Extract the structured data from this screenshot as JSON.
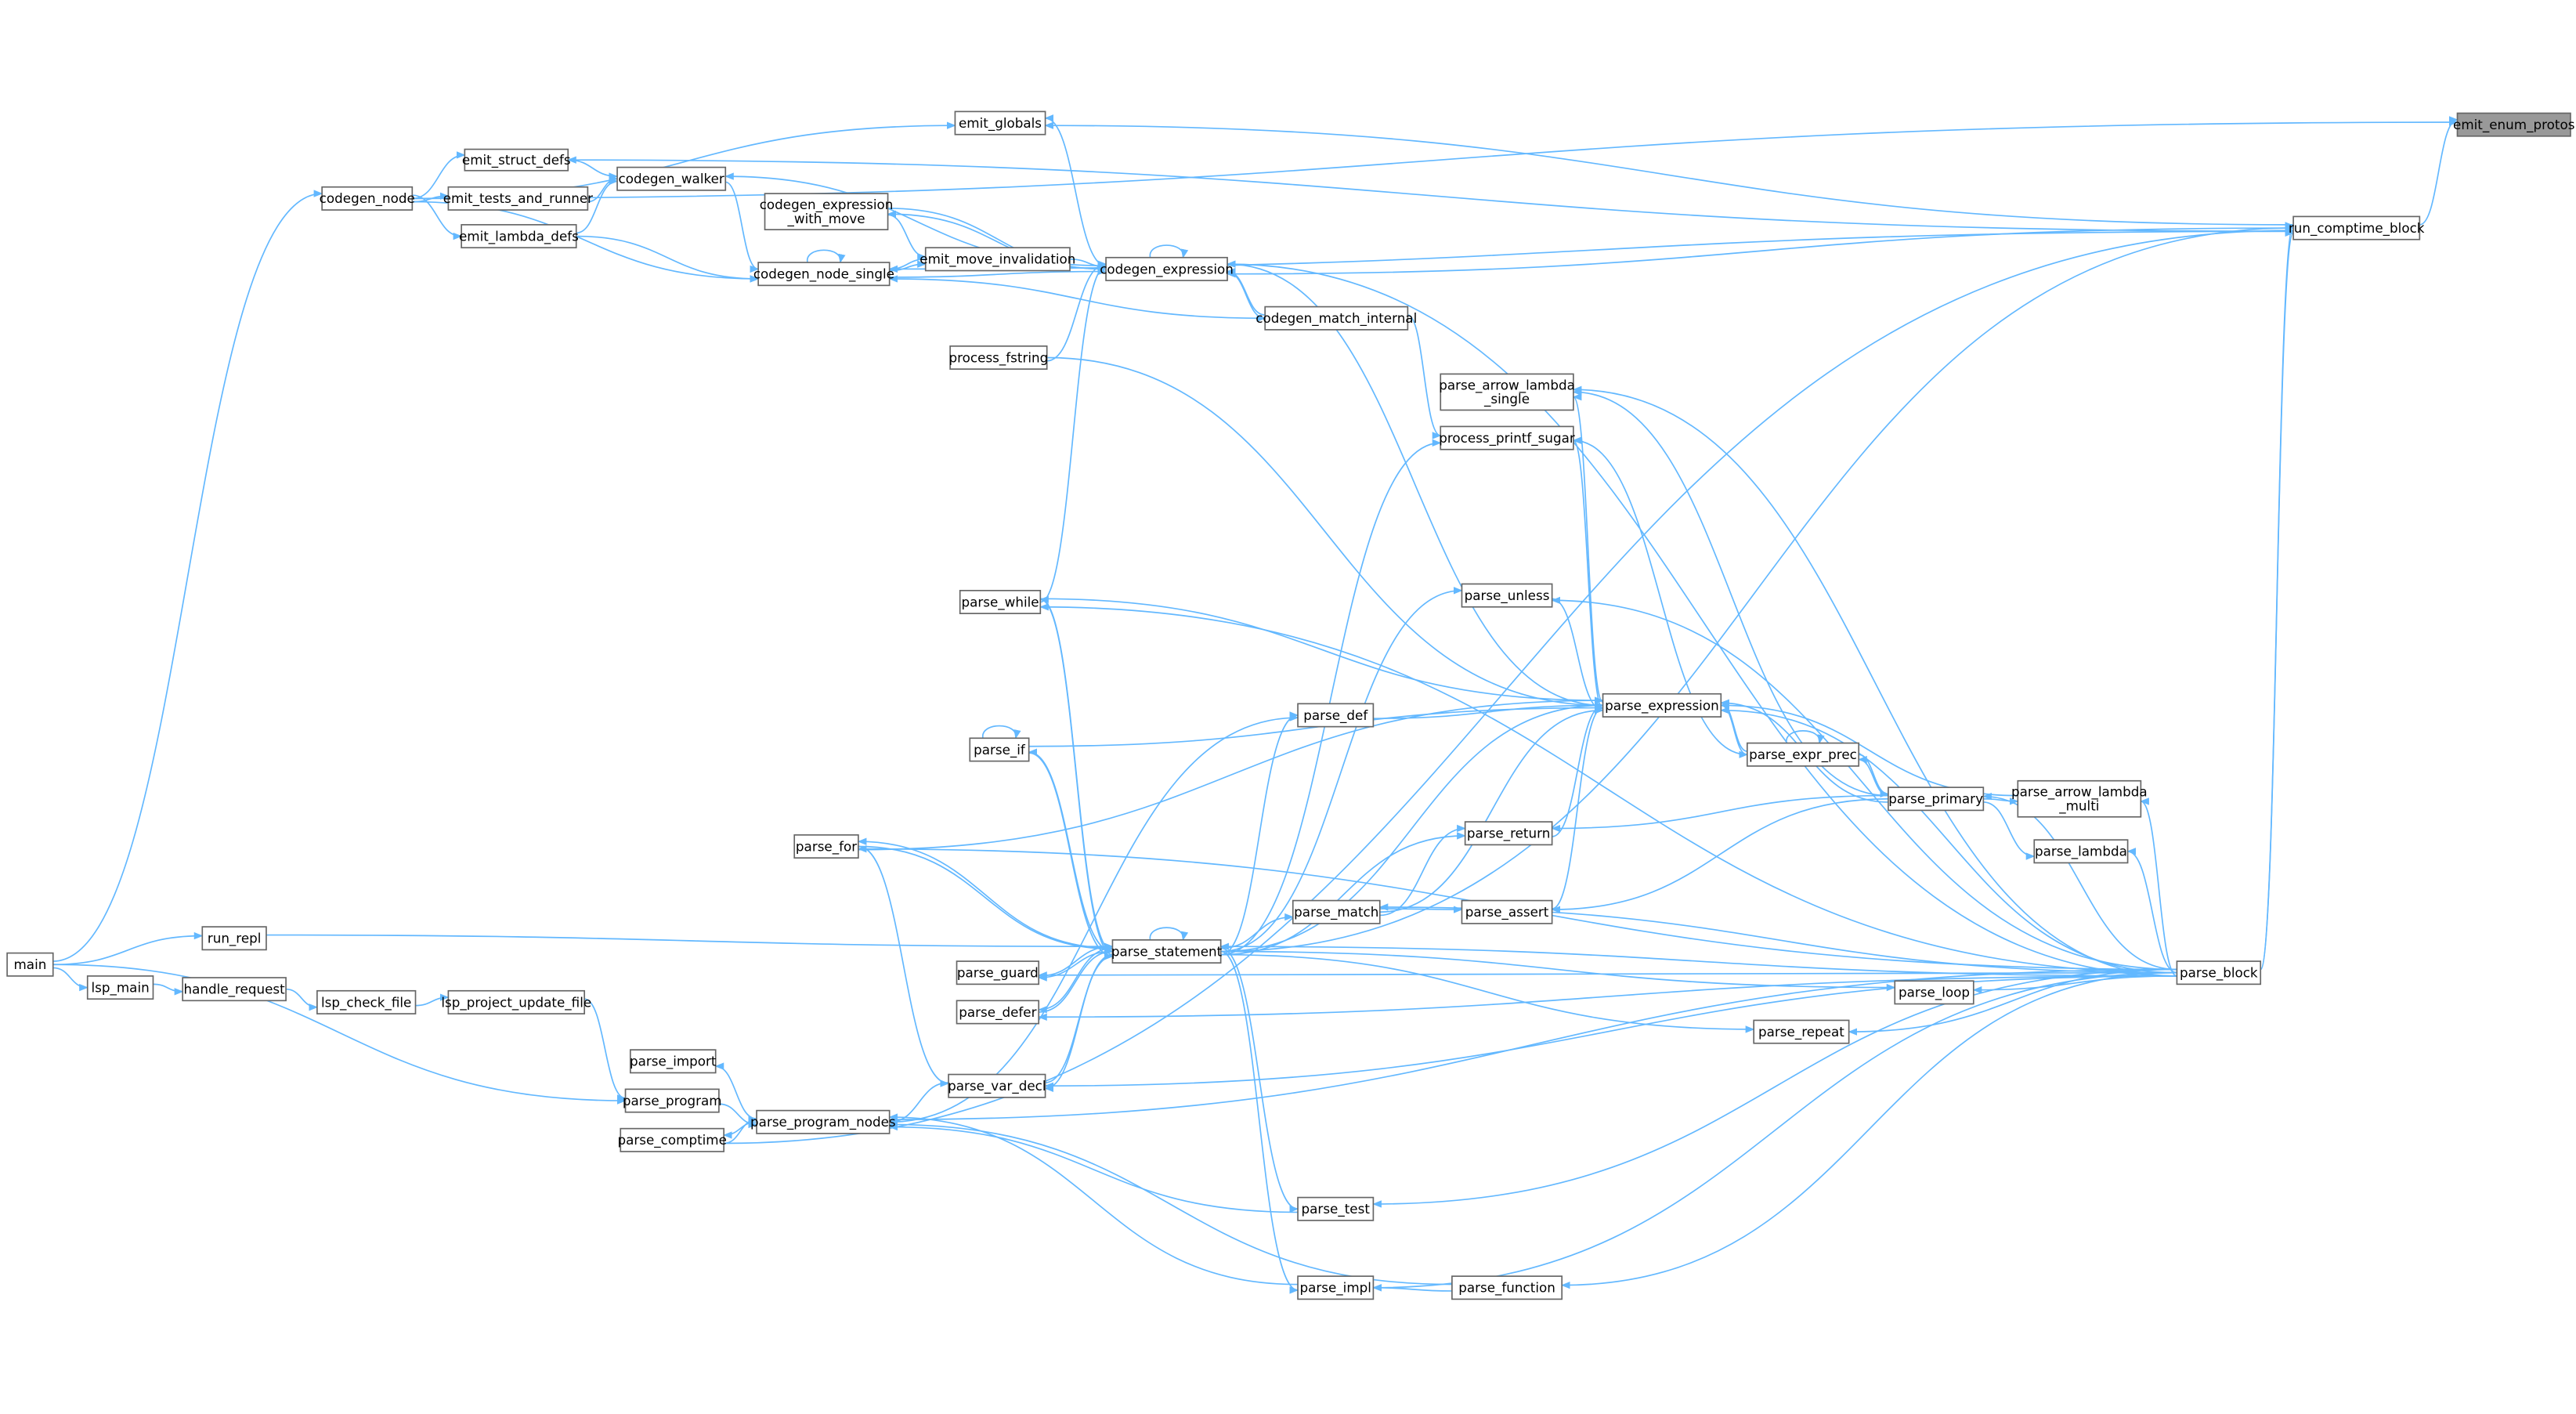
{
  "diagram": {
    "type": "caller-graph",
    "root": "emit_enum_protos",
    "colors": {
      "edge": "#63b8ff",
      "node_border": "#666666",
      "root_fill": "#999999",
      "node_fill": "#ffffff"
    },
    "nodes": {
      "emit_enum_protos": [
        "emit_enum_protos"
      ],
      "run_comptime_block": [
        "run_comptime_block"
      ],
      "emit_globals": [
        "emit_globals"
      ],
      "emit_struct_defs": [
        "emit_struct_defs"
      ],
      "codegen_walker": [
        "codegen_walker"
      ],
      "codegen_node": [
        "codegen_node"
      ],
      "emit_tests_and_runner": [
        "emit_tests_and_runner"
      ],
      "emit_lambda_defs": [
        "emit_lambda_defs"
      ],
      "codegen_expression_with_move": [
        "codegen_expression",
        "_with_move"
      ],
      "emit_move_invalidation": [
        "emit_move_invalidation"
      ],
      "codegen_expression": [
        "codegen_expression"
      ],
      "codegen_node_single": [
        "codegen_node_single"
      ],
      "codegen_match_internal": [
        "codegen_match_internal"
      ],
      "process_fstring": [
        "process_fstring"
      ],
      "parse_arrow_lambda_single": [
        "parse_arrow_lambda",
        "_single"
      ],
      "process_printf_sugar": [
        "process_printf_sugar"
      ],
      "parse_unless": [
        "parse_unless"
      ],
      "parse_while": [
        "parse_while"
      ],
      "parse_expression": [
        "parse_expression"
      ],
      "parse_def": [
        "parse_def"
      ],
      "parse_if": [
        "parse_if"
      ],
      "parse_expr_prec": [
        "parse_expr_prec"
      ],
      "parse_primary": [
        "parse_primary"
      ],
      "parse_arrow_lambda_multi": [
        "parse_arrow_lambda",
        "_multi"
      ],
      "parse_for": [
        "parse_for"
      ],
      "parse_return": [
        "parse_return"
      ],
      "parse_lambda": [
        "parse_lambda"
      ],
      "run_repl": [
        "run_repl"
      ],
      "parse_match": [
        "parse_match"
      ],
      "parse_assert": [
        "parse_assert"
      ],
      "parse_statement": [
        "parse_statement"
      ],
      "main": [
        "main"
      ],
      "parse_guard": [
        "parse_guard"
      ],
      "parse_block": [
        "parse_block"
      ],
      "lsp_main": [
        "lsp_main"
      ],
      "handle_request": [
        "handle_request"
      ],
      "lsp_check_file": [
        "lsp_check_file"
      ],
      "lsp_project_update_file": [
        "lsp_project_update_file"
      ],
      "parse_loop": [
        "parse_loop"
      ],
      "parse_defer": [
        "parse_defer"
      ],
      "parse_repeat": [
        "parse_repeat"
      ],
      "parse_import": [
        "parse_import"
      ],
      "parse_var_decl": [
        "parse_var_decl"
      ],
      "parse_program": [
        "parse_program"
      ],
      "parse_program_nodes": [
        "parse_program_nodes"
      ],
      "parse_comptime": [
        "parse_comptime"
      ],
      "parse_test": [
        "parse_test"
      ],
      "parse_impl": [
        "parse_impl"
      ],
      "parse_function": [
        "parse_function"
      ]
    },
    "edges": [
      [
        "run_comptime_block",
        "emit_enum_protos"
      ],
      [
        "codegen_node",
        "emit_enum_protos"
      ],
      [
        "run_comptime_block",
        "emit_struct_defs"
      ],
      [
        "run_comptime_block",
        "emit_globals"
      ],
      [
        "run_comptime_block",
        "codegen_expression"
      ],
      [
        "run_comptime_block",
        "codegen_node_single"
      ],
      [
        "parse_block",
        "run_comptime_block"
      ],
      [
        "parse_statement",
        "run_comptime_block"
      ],
      [
        "parse_comptime",
        "run_comptime_block"
      ],
      [
        "parse_block",
        "run_comptime_block"
      ],
      [
        "codegen_node",
        "emit_struct_defs"
      ],
      [
        "codegen_node",
        "emit_tests_and_runner"
      ],
      [
        "codegen_node",
        "emit_lambda_defs"
      ],
      [
        "codegen_node",
        "emit_globals"
      ],
      [
        "codegen_node",
        "codegen_node_single"
      ],
      [
        "main",
        "codegen_node"
      ],
      [
        "emit_struct_defs",
        "codegen_walker"
      ],
      [
        "emit_tests_and_runner",
        "codegen_walker"
      ],
      [
        "emit_lambda_defs",
        "codegen_walker"
      ],
      [
        "emit_lambda_defs",
        "codegen_node_single"
      ],
      [
        "codegen_walker",
        "codegen_node_single"
      ],
      [
        "codegen_expression",
        "codegen_walker"
      ],
      [
        "codegen_node_single",
        "codegen_node_single"
      ],
      [
        "codegen_node_single",
        "codegen_expression"
      ],
      [
        "codegen_node_single",
        "emit_move_invalidation"
      ],
      [
        "emit_move_invalidation",
        "codegen_node_single"
      ],
      [
        "codegen_expression_with_move",
        "emit_move_invalidation"
      ],
      [
        "codegen_expression_with_move",
        "codegen_expression"
      ],
      [
        "codegen_expression",
        "codegen_expression_with_move"
      ],
      [
        "codegen_expression",
        "codegen_expression"
      ],
      [
        "codegen_expression",
        "emit_globals"
      ],
      [
        "emit_move_invalidation",
        "codegen_expression"
      ],
      [
        "codegen_expression",
        "codegen_match_internal"
      ],
      [
        "codegen_match_internal",
        "codegen_expression"
      ],
      [
        "codegen_match_internal",
        "codegen_node_single"
      ],
      [
        "process_fstring",
        "codegen_expression"
      ],
      [
        "codegen_match_internal",
        "process_printf_sugar"
      ],
      [
        "process_fstring",
        "parse_expression"
      ],
      [
        "parse_expression",
        "process_printf_sugar"
      ],
      [
        "parse_expression",
        "parse_arrow_lambda_single"
      ],
      [
        "parse_expression",
        "codegen_expression"
      ],
      [
        "parse_block",
        "parse_arrow_lambda_single"
      ],
      [
        "parse_primary",
        "parse_arrow_lambda_single"
      ],
      [
        "parse_expr_prec",
        "process_printf_sugar"
      ],
      [
        "parse_unless",
        "parse_expression"
      ],
      [
        "parse_while",
        "parse_expression"
      ],
      [
        "parse_while",
        "codegen_expression"
      ],
      [
        "parse_def",
        "parse_expression"
      ],
      [
        "parse_if",
        "parse_expression"
      ],
      [
        "parse_if",
        "parse_if"
      ],
      [
        "parse_for",
        "parse_expression"
      ],
      [
        "parse_expr_prec",
        "parse_expression"
      ],
      [
        "parse_expression",
        "parse_expr_prec"
      ],
      [
        "parse_expr_prec",
        "parse_expr_prec"
      ],
      [
        "parse_primary",
        "parse_expr_prec"
      ],
      [
        "parse_expr_prec",
        "parse_primary"
      ],
      [
        "parse_primary",
        "parse_expression"
      ],
      [
        "parse_arrow_lambda_multi",
        "parse_expression"
      ],
      [
        "parse_primary",
        "parse_arrow_lambda_multi"
      ],
      [
        "parse_primary",
        "parse_lambda"
      ],
      [
        "parse_primary",
        "parse_return"
      ],
      [
        "parse_primary",
        "parse_assert"
      ],
      [
        "parse_return",
        "parse_expression"
      ],
      [
        "parse_assert",
        "parse_expression"
      ],
      [
        "parse_match",
        "parse_expression"
      ],
      [
        "parse_match",
        "parse_return"
      ],
      [
        "parse_match",
        "parse_assert"
      ],
      [
        "parse_statement",
        "parse_expression"
      ],
      [
        "parse_statement",
        "parse_return"
      ],
      [
        "parse_statement",
        "parse_match"
      ],
      [
        "parse_statement",
        "parse_unless"
      ],
      [
        "parse_statement",
        "parse_while"
      ],
      [
        "parse_while",
        "parse_statement"
      ],
      [
        "parse_statement",
        "parse_if"
      ],
      [
        "parse_if",
        "parse_statement"
      ],
      [
        "parse_statement",
        "parse_for"
      ],
      [
        "parse_for",
        "parse_statement"
      ],
      [
        "parse_statement",
        "parse_def"
      ],
      [
        "parse_statement",
        "parse_statement"
      ],
      [
        "parse_statement",
        "parse_guard"
      ],
      [
        "parse_guard",
        "parse_statement"
      ],
      [
        "parse_statement",
        "parse_defer"
      ],
      [
        "parse_defer",
        "parse_statement"
      ],
      [
        "parse_statement",
        "parse_var_decl"
      ],
      [
        "parse_var_decl",
        "parse_statement"
      ],
      [
        "parse_statement",
        "parse_loop"
      ],
      [
        "parse_statement",
        "parse_repeat"
      ],
      [
        "parse_statement",
        "parse_test"
      ],
      [
        "parse_statement",
        "parse_impl"
      ],
      [
        "parse_statement",
        "process_printf_sugar"
      ],
      [
        "run_repl",
        "parse_statement"
      ],
      [
        "main",
        "run_repl"
      ],
      [
        "main",
        "lsp_main"
      ],
      [
        "lsp_main",
        "handle_request"
      ],
      [
        "handle_request",
        "lsp_check_file"
      ],
      [
        "lsp_check_file",
        "lsp_project_update_file"
      ],
      [
        "lsp_project_update_file",
        "parse_program"
      ],
      [
        "main",
        "parse_program"
      ],
      [
        "parse_program",
        "parse_program_nodes"
      ],
      [
        "parse_program_nodes",
        "parse_import"
      ],
      [
        "parse_program_nodes",
        "parse_comptime"
      ],
      [
        "parse_comptime",
        "parse_program_nodes"
      ],
      [
        "parse_var_decl",
        "parse_program_nodes"
      ],
      [
        "parse_program_nodes",
        "parse_def"
      ],
      [
        "parse_test",
        "parse_program_nodes"
      ],
      [
        "parse_impl",
        "parse_program_nodes"
      ],
      [
        "parse_for",
        "parse_var_decl"
      ],
      [
        "parse_function",
        "parse_impl"
      ],
      [
        "parse_function",
        "parse_program_nodes"
      ],
      [
        "parse_block",
        "parse_expression"
      ],
      [
        "parse_block",
        "parse_statement"
      ],
      [
        "parse_block",
        "parse_primary"
      ],
      [
        "parse_block",
        "parse_lambda"
      ],
      [
        "parse_block",
        "parse_arrow_lambda_multi"
      ],
      [
        "parse_block",
        "parse_unless"
      ],
      [
        "parse_block",
        "parse_match"
      ],
      [
        "parse_block",
        "parse_loop"
      ],
      [
        "parse_block",
        "parse_repeat"
      ],
      [
        "parse_block",
        "parse_guard"
      ],
      [
        "parse_block",
        "parse_defer"
      ],
      [
        "parse_block",
        "parse_test"
      ],
      [
        "parse_block",
        "parse_function"
      ],
      [
        "parse_block",
        "parse_var_decl"
      ],
      [
        "parse_block",
        "parse_for"
      ],
      [
        "parse_block",
        "parse_while"
      ],
      [
        "parse_block",
        "codegen_expression"
      ],
      [
        "parse_block",
        "parse_program_nodes"
      ],
      [
        "parse_block",
        "parse_impl"
      ]
    ]
  }
}
